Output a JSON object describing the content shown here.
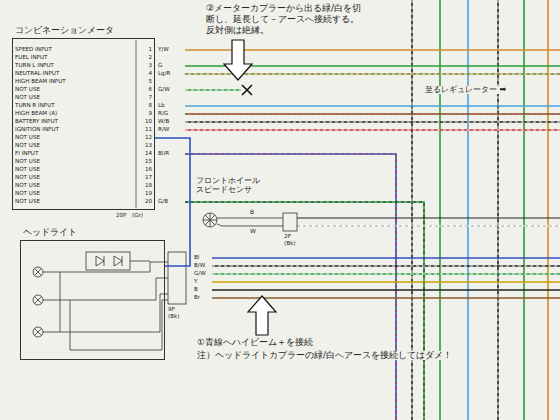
{
  "diagram": {
    "nodes": [
      {
        "text": [
          "コンビネーションメータ"
        ]
      },
      {
        "text": [
          "フロントホイール スピードセンサ"
        ]
      },
      {
        "text": [
          "ヘッドライト"
        ]
      }
    ],
    "edges": [
      {
        "from": 0,
        "to": 2,
        "arrow": "none"
      }
    ],
    "labels": [
      "②メーターカプラーから出る緑/白を切断し、延長して－アースへ接続する。反対側は絶縁。",
      "SPEED INPUT",
      "FUEL INPUT",
      "TURN L INPUT",
      "NEUTRAL INPUT",
      "HIGH BEAM INPUT",
      "NOT USE",
      "NOT USE",
      "TURN R INPUT",
      "HIGH BEAM (A)",
      "BATTERY INPUT",
      "IGNITION INPUT",
      "NOT USE",
      "NOT USE",
      "FI INPUT",
      "NOT USE",
      "NOT USE",
      "NOT USE",
      "NOT USE",
      "NOT USE",
      "NOT USE",
      "1",
      "2",
      "3",
      "4",
      "5",
      "6",
      "7",
      "8",
      "9",
      "10",
      "11",
      "12",
      "13",
      "14",
      "15",
      "16",
      "17",
      "18",
      "19",
      "20",
      "Y/W",
      "G",
      "Lg/R",
      "G/W",
      "Lb",
      "R/G",
      "W/B",
      "R/W",
      "Bl/R",
      "G/B",
      "20P",
      "(Gr)",
      "至るレギュレーター ➡",
      "B",
      "W",
      "2P",
      "(Bk)",
      "Bl",
      "B/W",
      "G/W",
      "Y",
      "B",
      "Br",
      "9P",
      "(Bk)",
      "①青線へハイビーム＋を接続",
      "注）ヘッドライトカプラーの緑/白へアースを接続してはダメ！"
    ]
  }
}
